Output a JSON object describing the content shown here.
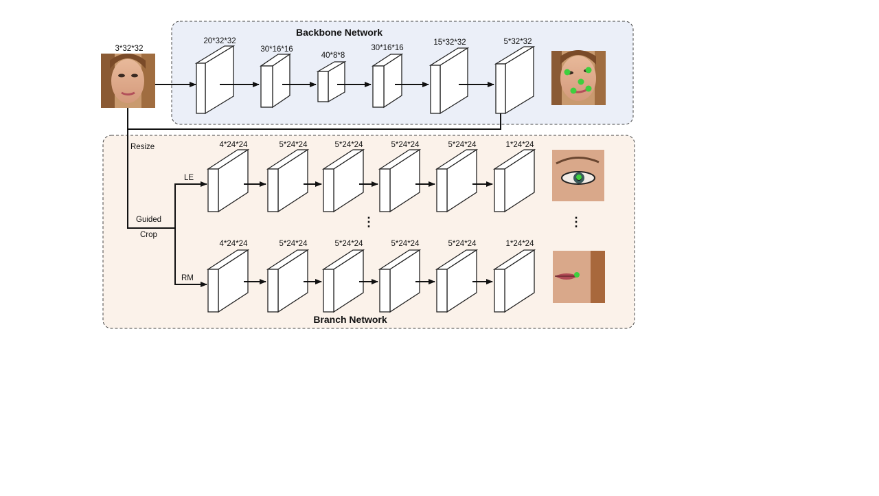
{
  "input_label": "3*32*32",
  "backbone": {
    "title": "Backbone Network",
    "layers": [
      "20*32*32",
      "30*16*16",
      "40*8*8",
      "30*16*16",
      "15*32*32",
      "5*32*32"
    ]
  },
  "branch": {
    "title": "Branch Network",
    "rows": [
      {
        "label": "LE",
        "layers": [
          "4*24*24",
          "5*24*24",
          "5*24*24",
          "5*24*24",
          "5*24*24",
          "1*24*24"
        ]
      },
      {
        "label": "RM",
        "layers": [
          "4*24*24",
          "5*24*24",
          "5*24*24",
          "5*24*24",
          "5*24*24",
          "1*24*24"
        ]
      }
    ]
  },
  "annotations": {
    "resize": "Resize",
    "guided": "Guided",
    "crop": "Crop",
    "ellipsis": "⋮"
  },
  "colors": {
    "backbone_bg": "#ebeff8",
    "branch_bg": "#fbf2ea",
    "landmark": "#3ecf3e",
    "stroke": "#222222"
  }
}
